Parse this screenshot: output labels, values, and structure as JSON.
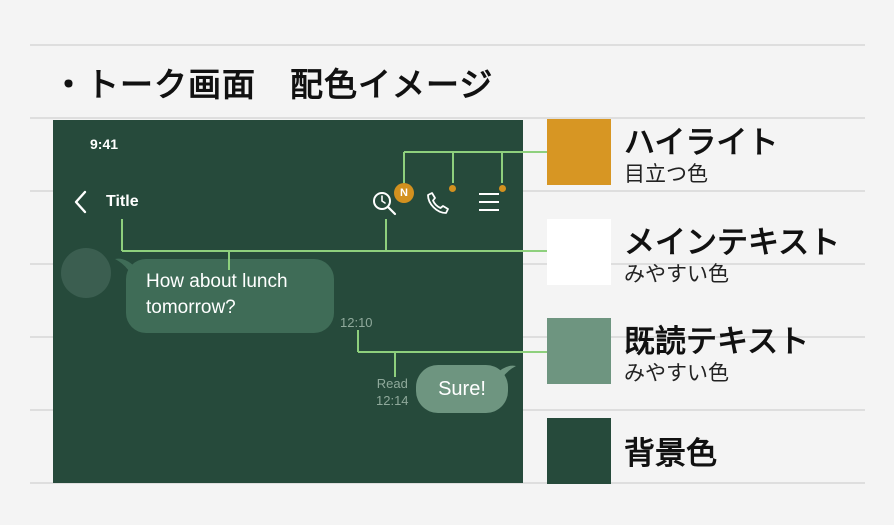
{
  "heading": "・トーク画面　配色イメージ",
  "phone": {
    "status_time": "9:41",
    "header_title": "Title",
    "badge": "N",
    "incoming_message": [
      "How about lunch",
      "tomorrow?"
    ],
    "incoming_time": "12:10",
    "read_label": "Read",
    "read_time": "12:14",
    "outgoing_message": "Sure!"
  },
  "legend": [
    {
      "title": "ハイライト",
      "subtitle": "目立つ色",
      "color": "#d79623"
    },
    {
      "title": "メインテキスト",
      "subtitle": "みやすい色",
      "color": "#ffffff"
    },
    {
      "title": "既読テキスト",
      "subtitle": "みやすい色",
      "color": "#6e9580"
    },
    {
      "title": "背景色",
      "subtitle": "",
      "color": "#264a3b"
    }
  ],
  "icons": {
    "back": "chevron-left-icon",
    "search": "search-icon",
    "call": "phone-icon",
    "menu": "menu-icon"
  },
  "colors": {
    "connector": "#8ed07d",
    "badge": "#d3911f",
    "phone_background": "#264a3b"
  }
}
